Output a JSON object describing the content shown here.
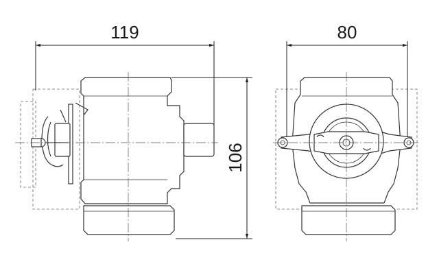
{
  "dimensions": {
    "side_width": "119",
    "front_width": "80",
    "height": "106"
  }
}
